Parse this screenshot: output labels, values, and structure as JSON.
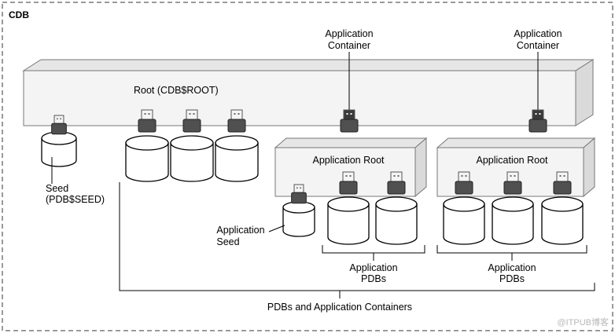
{
  "cdb_label": "CDB",
  "root": {
    "label": "Root (CDB$ROOT)"
  },
  "seed": {
    "line1": "Seed",
    "line2": "(PDB$SEED)"
  },
  "app_containers": [
    {
      "label_line1": "Application",
      "label_line2": "Container",
      "root_label": "Application Root",
      "seed_line1": "Application",
      "seed_line2": "Seed",
      "pdbs_line1": "Application",
      "pdbs_line2": "PDBs"
    },
    {
      "label_line1": "Application",
      "label_line2": "Container",
      "root_label": "Application Root",
      "pdbs_line1": "Application",
      "pdbs_line2": "PDBs"
    }
  ],
  "bottom_label": "PDBs and Application Containers",
  "watermark": "@ITPUB博客",
  "colors": {
    "box_fill": "#f1f1f1",
    "box_face": "#e3e3e3",
    "plug": "#505050",
    "border_dash": "#9a9a9a"
  }
}
